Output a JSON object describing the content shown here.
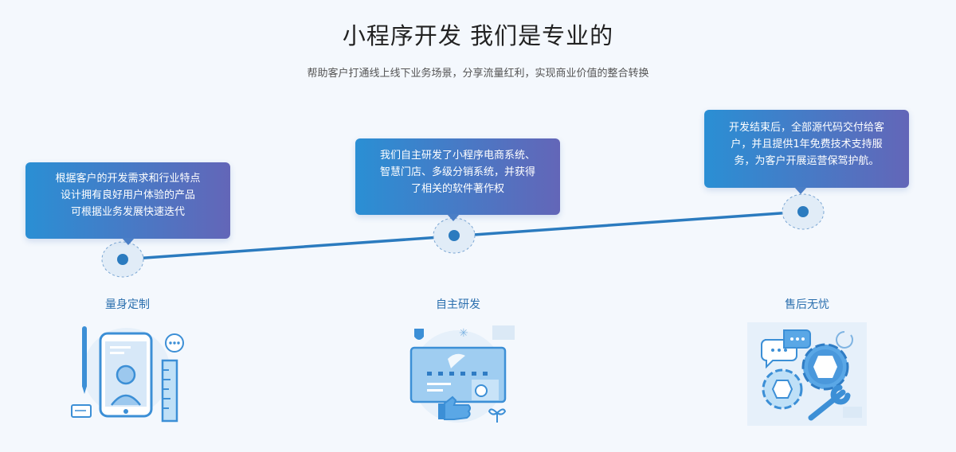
{
  "header": {
    "title": "小程序开发 我们是专业的",
    "subtitle": "帮助客户打通线上线下业务场景，分享流量红利，实现商业价值的整合转换"
  },
  "steps": [
    {
      "label": "量身定制",
      "description": [
        "根据客户的开发需求和行业特点",
        "设计拥有良好用户体验的产品",
        "可根据业务发展快速迭代"
      ],
      "icon": "phone-user-ruler-icon"
    },
    {
      "label": "自主研发",
      "description": [
        "我们自主研发了小程序电商系统、",
        "智慧门店、多级分销系统，并获得",
        "了相关的软件著作权"
      ],
      "icon": "certificate-thumbsup-icon"
    },
    {
      "label": "售后无忧",
      "description": [
        "开发结束后，全部源代码交付给客",
        "户，并且提供1年免费技术支持服",
        "务，为客户开展运营保驾护航。"
      ],
      "icon": "gears-wrench-icon"
    }
  ],
  "colors": {
    "accent": "#2b7bbf",
    "gradient_start": "#2a8fd4",
    "gradient_end": "#6366b8",
    "background": "#f4f8fd"
  }
}
